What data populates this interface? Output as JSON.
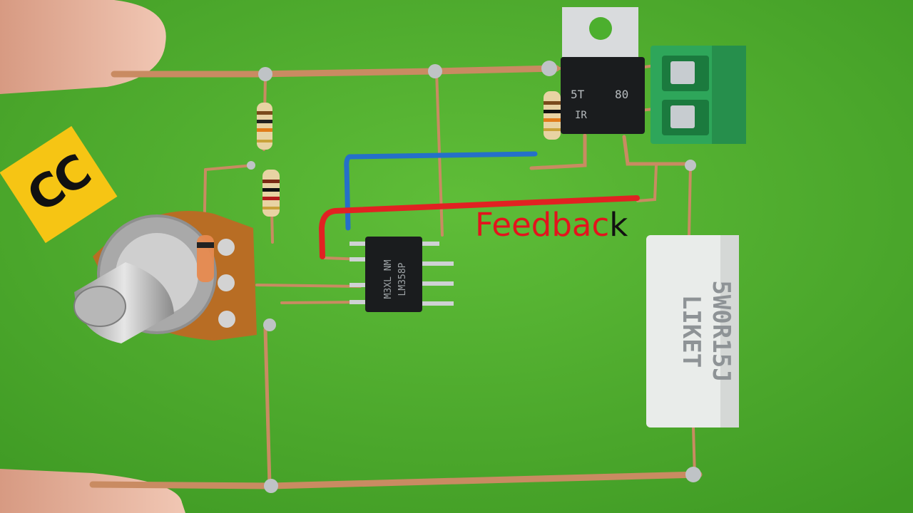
{
  "badge": {
    "label": "CC",
    "bg": "#f6c514",
    "fg": "#111111"
  },
  "annotation": {
    "text_main": "Feedbac",
    "text_tail": "k",
    "color_main": "#e3131d",
    "color_tail": "#111111"
  },
  "parts": {
    "mosfet_marking_1": "5T",
    "mosfet_marking_2": "80",
    "mosfet_marking_3": "IR",
    "opamp_marking_1": "M3XL NM",
    "opamp_marking_2": "LM358P",
    "resistor_marking_1": "5W0R15J",
    "resistor_marking_2": "LIKET"
  },
  "colors": {
    "background": "#4caf2e",
    "copper": "#c98b62",
    "terminal": "#2ea65a",
    "resistor_body": "#e9ecea"
  }
}
